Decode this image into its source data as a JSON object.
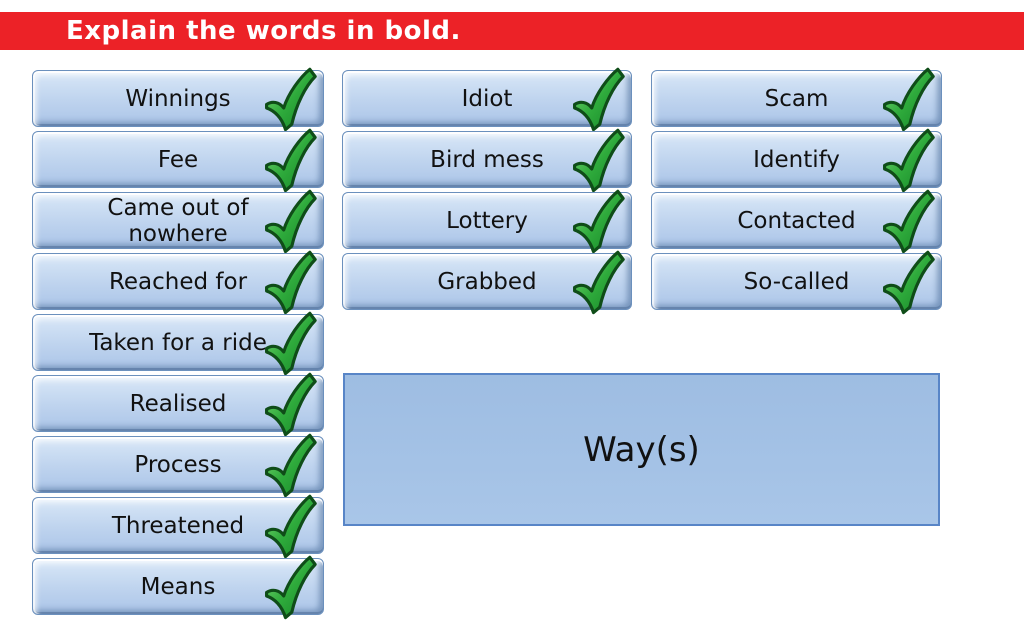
{
  "header": {
    "title": "Explain the words in bold."
  },
  "columns": [
    {
      "name": "left",
      "items": [
        {
          "label": "Winnings",
          "checked": true
        },
        {
          "label": "Fee",
          "checked": true
        },
        {
          "label": "Came out of nowhere",
          "checked": true
        },
        {
          "label": "Reached for",
          "checked": true
        },
        {
          "label": "Taken for a ride",
          "checked": true
        },
        {
          "label": "Realised",
          "checked": true
        },
        {
          "label": "Process",
          "checked": true
        },
        {
          "label": "Threatened",
          "checked": true
        },
        {
          "label": "Means",
          "checked": true
        }
      ]
    },
    {
      "name": "middle",
      "items": [
        {
          "label": "Idiot",
          "checked": true
        },
        {
          "label": "Bird mess",
          "checked": true
        },
        {
          "label": "Lottery",
          "checked": true
        },
        {
          "label": "Grabbed",
          "checked": true
        }
      ]
    },
    {
      "name": "right",
      "items": [
        {
          "label": "Scam",
          "checked": true
        },
        {
          "label": "Identify",
          "checked": true
        },
        {
          "label": "Contacted",
          "checked": true
        },
        {
          "label": "So-called",
          "checked": true
        }
      ]
    }
  ],
  "ways_box": {
    "label": "Way(s)"
  },
  "icons": {
    "check": "green-check-icon"
  },
  "colors": {
    "header_bg": "#EC2227",
    "header_text": "#FFFFFF",
    "button_fill_top": "#E3EEFA",
    "button_fill_bottom": "#ABC5E8",
    "button_border": "#6B90BD",
    "check_green": "#2FAB3C",
    "check_outline": "#0F4D18",
    "ways_fill": "#A1C0E4",
    "ways_border": "#5885C7",
    "label_text": "#111111"
  }
}
